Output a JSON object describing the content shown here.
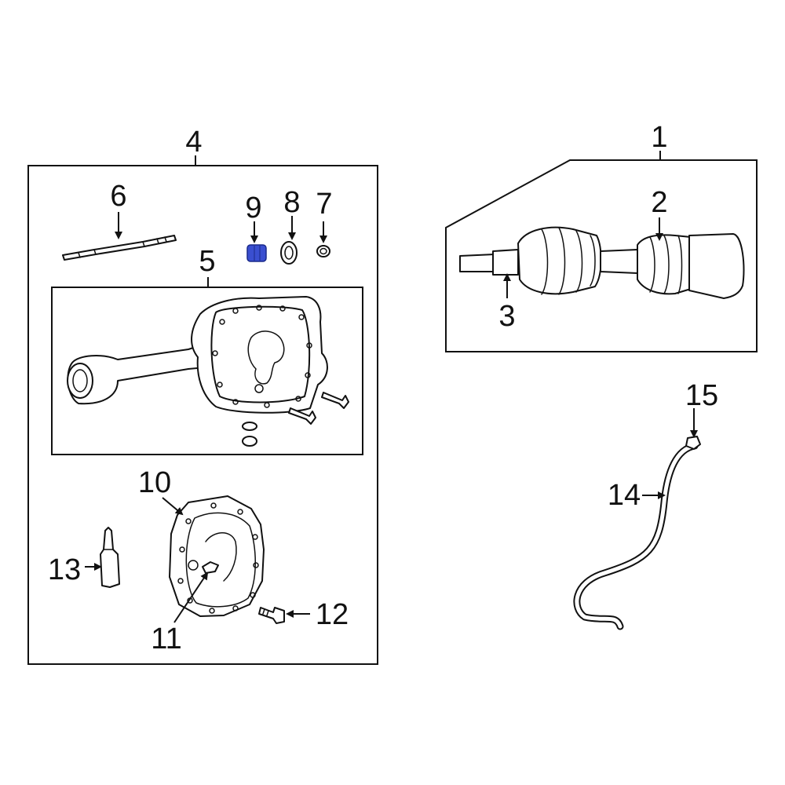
{
  "callouts": {
    "c1": "1",
    "c2": "2",
    "c3": "3",
    "c4": "4",
    "c5": "5",
    "c6": "6",
    "c7": "7",
    "c8": "8",
    "c9": "9",
    "c10": "10",
    "c11": "11",
    "c12": "12",
    "c13": "13",
    "c14": "14",
    "c15": "15"
  },
  "colors": {
    "line": "#111111",
    "highlight": "#3a4fd0",
    "background": "#ffffff"
  }
}
